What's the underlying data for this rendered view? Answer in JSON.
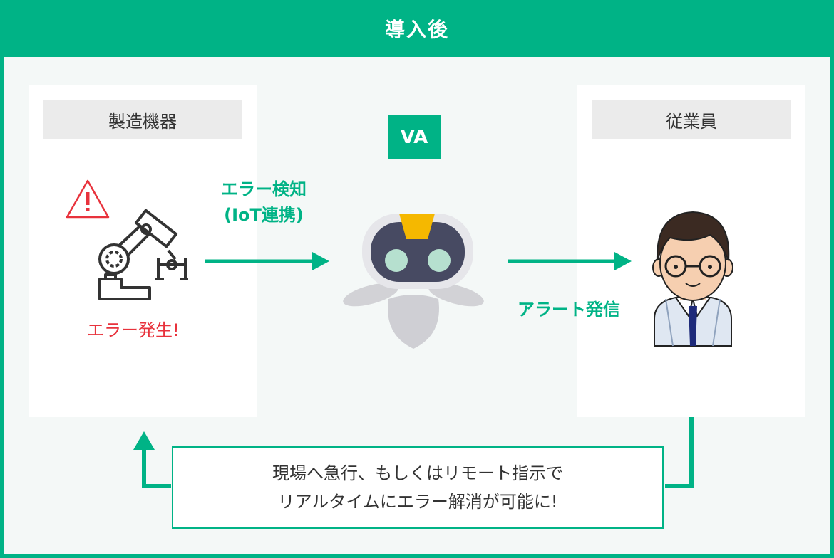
{
  "header": {
    "title": "導入後"
  },
  "left_panel": {
    "title": "製造機器",
    "status": "エラー発生!"
  },
  "right_panel": {
    "title": "従業員"
  },
  "center": {
    "badge": "VA"
  },
  "arrows": {
    "detect_line1": "エラー検知",
    "detect_line2": "(IoT連携)",
    "alert": "アラート発信"
  },
  "note": {
    "line1": "現場へ急行、もしくはリモート指示で",
    "line2": "リアルタイムにエラー解消が可能に!"
  },
  "colors": {
    "accent": "#00b386",
    "error": "#e8323c",
    "panel_bg": "#ebebeb"
  },
  "icons": [
    "warning-icon",
    "robot-arm-icon",
    "va-robot-icon",
    "employee-icon"
  ]
}
